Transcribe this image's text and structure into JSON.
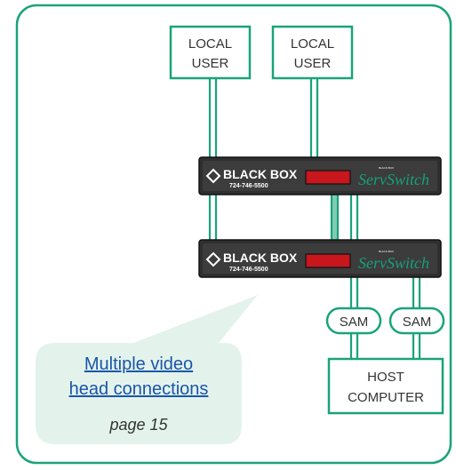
{
  "local_user_1": [
    "LOCAL",
    "USER"
  ],
  "local_user_2": [
    "LOCAL",
    "USER"
  ],
  "unit_top": {
    "brand": "BLACK BOX",
    "phone": "724-746-5500",
    "product": "ServSwitch",
    "small_brand": "BLACK BOX"
  },
  "unit_bottom": {
    "brand": "BLACK BOX",
    "phone": "724-746-5500",
    "product": "ServSwitch",
    "small_brand": "BLACK BOX"
  },
  "sam_left": "SAM",
  "sam_right": "SAM",
  "host": [
    "HOST",
    "COMPUTER"
  ],
  "callout": {
    "link_line1": "Multiple video",
    "link_line2": "head connections",
    "page": "page 15"
  },
  "colors": {
    "frame_green": "#1aa37a",
    "callout_bg": "#e3f3ec",
    "unit_body": "#3a3a3a",
    "display_red": "#c8161d"
  }
}
